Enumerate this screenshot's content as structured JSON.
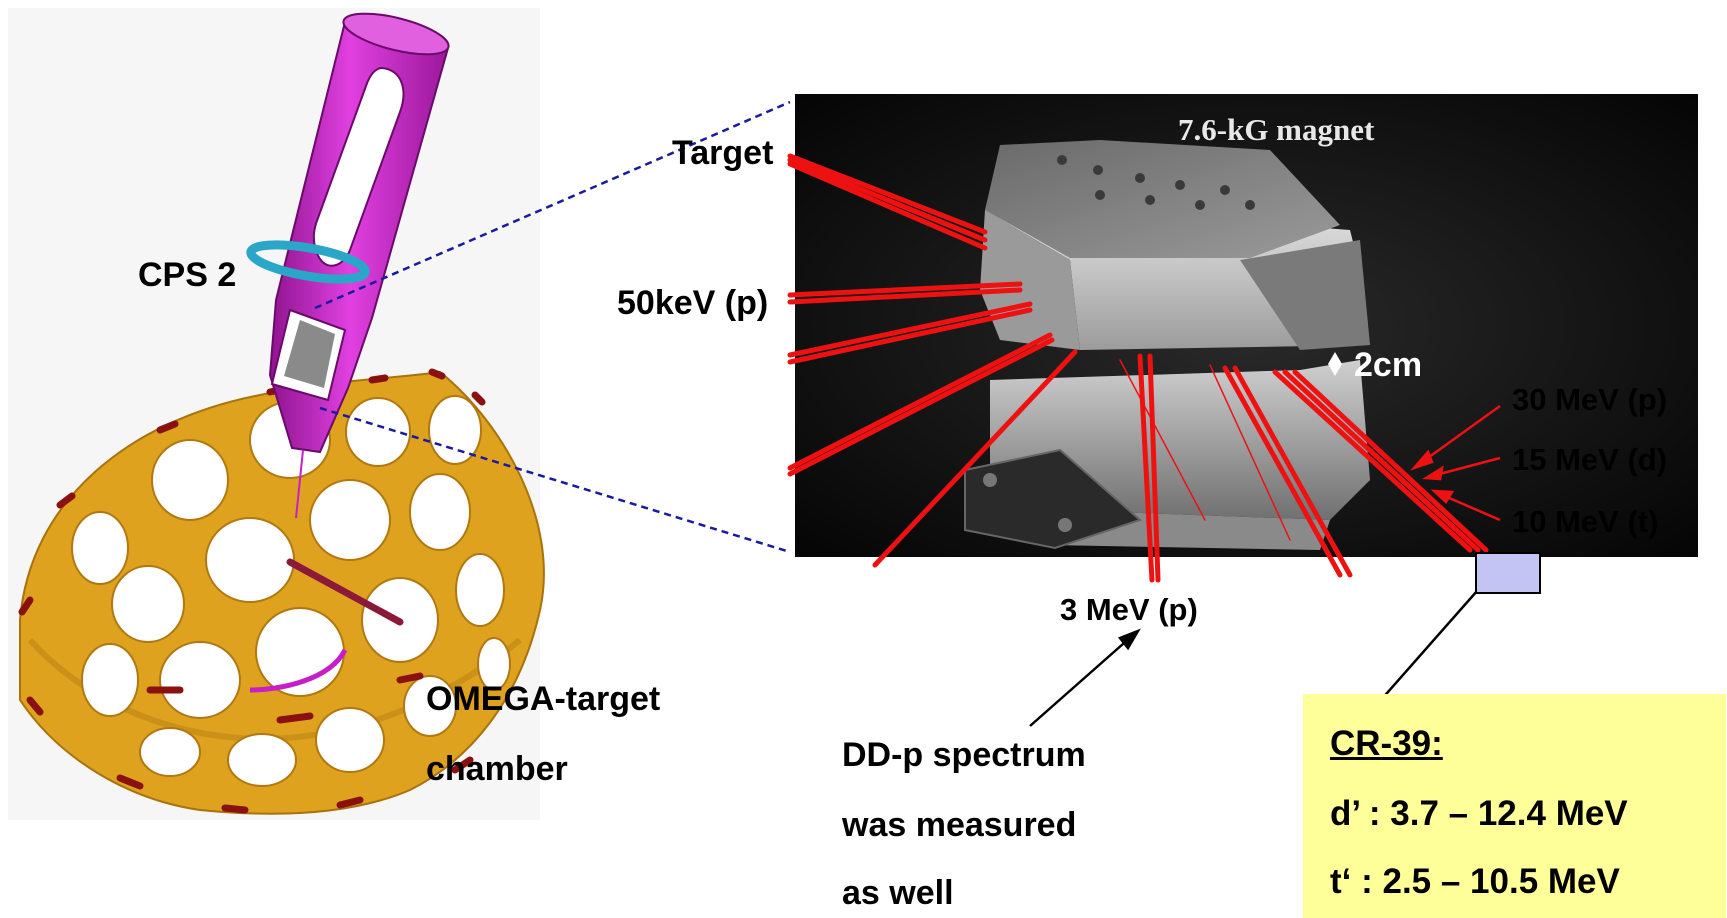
{
  "labels": {
    "cps2": "CPS 2",
    "omega_line1": "OMEGA-target",
    "omega_line2": "chamber",
    "target": "Target",
    "kev50": "50keV (p)",
    "magnet": "7.6-kG magnet",
    "gap": "2cm",
    "mev30": "30 MeV (p)",
    "mev15": "15 MeV (d)",
    "mev10": "10 MeV (t)",
    "mev3": "3 MeV (p)",
    "ddp_line1": "DD-p spectrum",
    "ddp_line2": "was  measured",
    "ddp_line3": "as well"
  },
  "cr39": {
    "title": "CR-39:",
    "line1": "d’ : 3.7 – 12.4 MeV",
    "line2": "t‘  : 2.5 – 10.5 MeV"
  },
  "colors": {
    "chamber": "#dfa21e",
    "chamber_edge": "#8b1010",
    "probe": "#c81ec8",
    "ring": "#2aa6c8",
    "track": "#ee1111",
    "zoom_line": "#1a1aa0",
    "cr39_bg": "#ffff99",
    "cr39_marker": "#c4c4f4",
    "photo_bg": "#0d0d0d"
  }
}
